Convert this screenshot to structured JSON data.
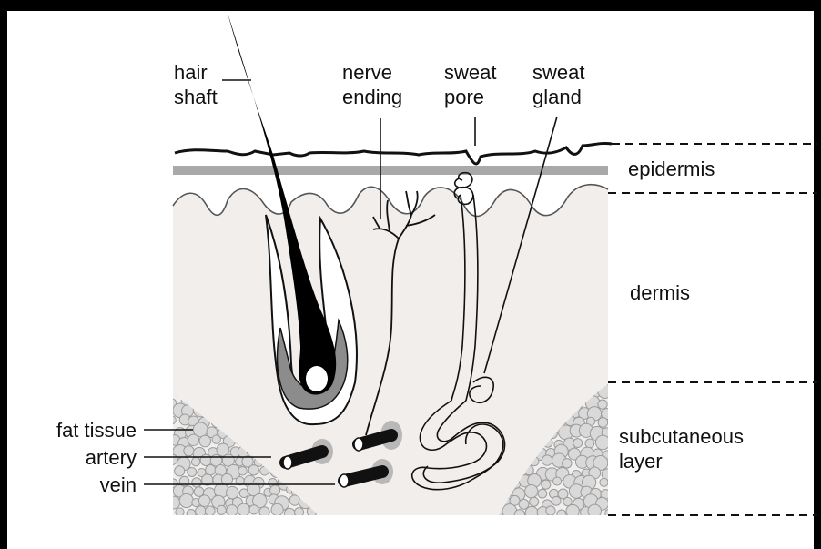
{
  "labels": {
    "hair_shaft": [
      "hair",
      "shaft"
    ],
    "nerve_ending": [
      "nerve",
      "ending"
    ],
    "sweat_pore": [
      "sweat",
      "pore"
    ],
    "sweat_gland": [
      "sweat",
      "gland"
    ],
    "epidermis": "epidermis",
    "dermis": "dermis",
    "subcutaneous_layer": [
      "subcutaneous",
      "layer"
    ],
    "fat_tissue": "fat tissue",
    "artery": "artery",
    "vein": "vein"
  },
  "colors": {
    "dermis_fill": "#f1eeec",
    "epidermis_band": "#a9a9a9",
    "fat_cell_fill": "#d9d9d9",
    "fat_cell_stroke": "#9b9b9b",
    "hair": "#000000",
    "follicle_inner": "#8c8c8c",
    "vessel_halo": "#b8b8b8"
  }
}
